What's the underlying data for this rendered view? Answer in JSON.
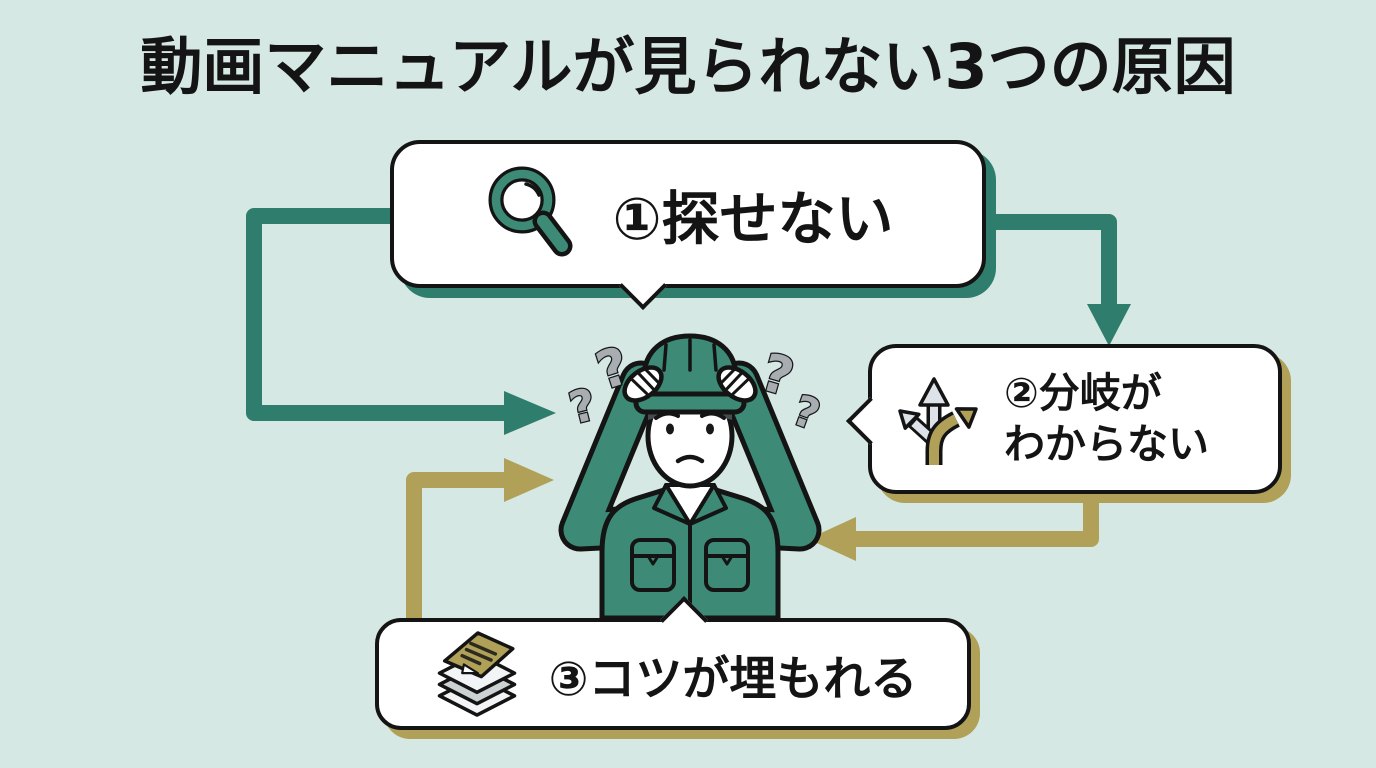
{
  "title": "動画マニュアルが見られない3つの原因",
  "bubbles": {
    "cause1": {
      "label": "①探せない",
      "icon": "magnifier-icon"
    },
    "cause2": {
      "line1": "②分岐が",
      "line2": "わからない",
      "icon": "branching-arrows-icon"
    },
    "cause3": {
      "label": "③コツが埋もれる",
      "icon": "stacked-papers-icon"
    }
  },
  "character": {
    "description": "confused worker in hard hat holding head, surrounded by question marks"
  },
  "colors": {
    "background": "#d6e8e3",
    "teal": "#2f7d6c",
    "clothing_teal": "#3d8b76",
    "gold": "#b0a058",
    "silver": "#dde3e8",
    "ink": "#141414",
    "question_gray": "#a8adb1",
    "bubble_fill": "#ffffff"
  }
}
